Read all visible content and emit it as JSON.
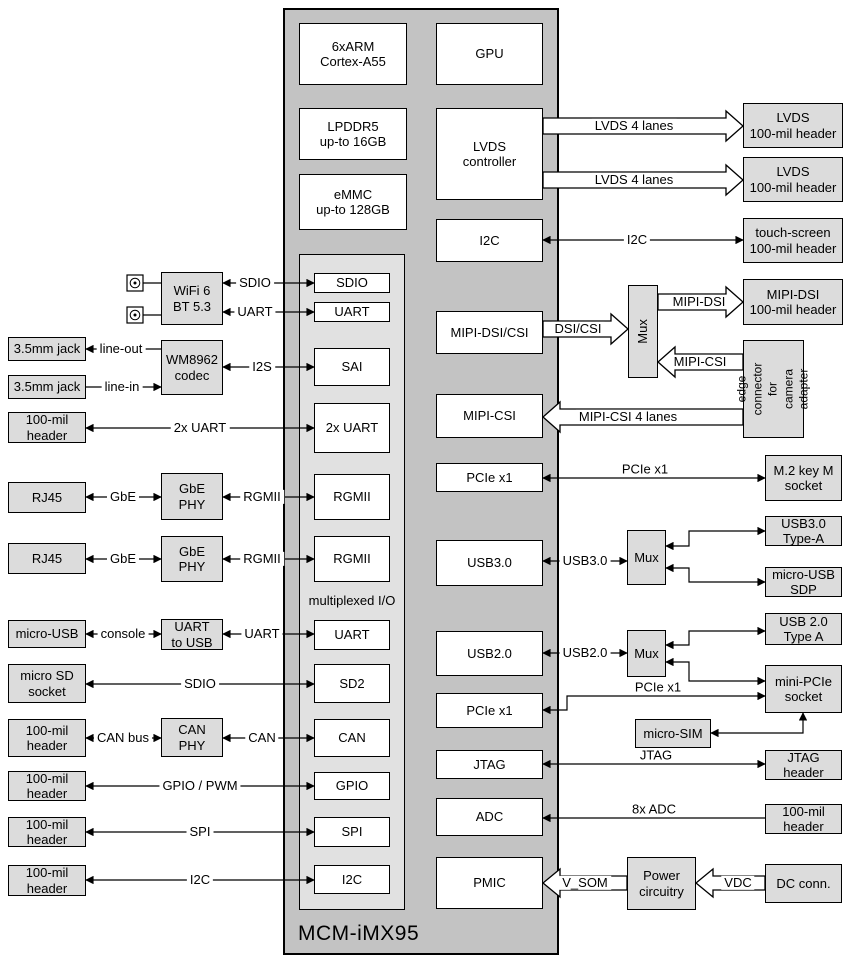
{
  "module": {
    "name": "MCM-iMX95",
    "io_panel_label": "multiplexed I/O"
  },
  "soc_blocks": {
    "arm": "6xARM\nCortex-A55",
    "gpu": "GPU",
    "lpddr": "LPDDR5\nup-to 16GB",
    "lvds_ctrl": "LVDS\ncontroller",
    "emmc": "eMMC\nup-to 128GB",
    "i2c": "I2C",
    "mipi_dsi_csi": "MIPI-DSI/CSI",
    "mipi_csi": "MIPI-CSI",
    "pcie1": "PCIe x1",
    "usb3": "USB3.0",
    "usb2": "USB2.0",
    "pcie2": "PCIe x1",
    "jtag": "JTAG",
    "adc": "ADC",
    "pmic": "PMIC"
  },
  "io_blocks": {
    "sdio": "SDIO",
    "uart1": "UART",
    "sai": "SAI",
    "uart2": "2x UART",
    "rgmii1": "RGMII",
    "rgmii2": "RGMII",
    "uart3": "UART",
    "sd2": "SD2",
    "can": "CAN",
    "gpio": "GPIO",
    "spi": "SPI",
    "i2c": "I2C"
  },
  "peripherals": {
    "wifi": "WiFi 6\nBT 5.3",
    "codec": "WM8962\ncodec",
    "jack1": "3.5mm jack",
    "jack2": "3.5mm jack",
    "header_uart": "100-mil\nheader",
    "rj45_1": "RJ45",
    "rj45_2": "RJ45",
    "gbe_phy1": "GbE\nPHY",
    "gbe_phy2": "GbE\nPHY",
    "micro_usb": "micro-USB",
    "uart_to_usb": "UART\nto USB",
    "micro_sd": "micro SD\nsocket",
    "header_can": "100-mil\nheader",
    "can_phy": "CAN\nPHY",
    "header_gpio": "100-mil\nheader",
    "header_spi": "100-mil\nheader",
    "header_i2c": "100-mil\nheader",
    "lvds_hdr1": "LVDS\n100-mil header",
    "lvds_hdr2": "LVDS\n100-mil header",
    "touch_hdr": "touch-screen\n100-mil header",
    "mipi_dsi_hdr": "MIPI-DSI\n100-mil header",
    "edge_conn": "edge connector\nfor\ncamera adapter",
    "m2": "M.2 key M\nsocket",
    "usb3_a": "USB3.0\nType-A",
    "micro_usb_sdp": "micro-USB\nSDP",
    "usb2_a": "USB 2.0\nType A",
    "mini_pcie": "mini-PCIe\nsocket",
    "micro_sim": "micro-SIM",
    "jtag_hdr": "JTAG\nheader",
    "header_adc": "100-mil\nheader",
    "dc_conn": "DC conn.",
    "mux_dsi": "Mux",
    "mux_usb3": "Mux",
    "mux_usb2": "Mux",
    "power": "Power\ncircuitry"
  },
  "conn": {
    "sdio_wifi": "SDIO",
    "uart_wifi": "UART",
    "line_out": "line-out",
    "line_in": "line-in",
    "i2s": "I2S",
    "uart2": "2x UART",
    "gbe1": "GbE",
    "rgmii1": "RGMII",
    "gbe2": "GbE",
    "rgmii2": "RGMII",
    "console": "console",
    "uart_usb": "UART",
    "sdio_sd": "SDIO",
    "can_bus": "CAN bus",
    "can": "CAN",
    "gpio_pwm": "GPIO / PWM",
    "spi": "SPI",
    "i2c_left": "I2C",
    "i2c_touch": "I2C",
    "lvds1": "LVDS 4 lanes",
    "lvds2": "LVDS 4 lanes",
    "dsi_csi": "DSI/CSI",
    "mipi_dsi": "MIPI-DSI",
    "mipi_csi": "MIPI-CSI",
    "mipi_csi4": "MIPI-CSI 4 lanes",
    "pcie_m2": "PCIe x1",
    "usb3": "USB3.0",
    "usb2": "USB2.0",
    "pcie_mini": "PCIe x1",
    "jtag": "JTAG",
    "adc": "8x ADC",
    "vdc": "VDC",
    "v_som": "V_SOM"
  }
}
